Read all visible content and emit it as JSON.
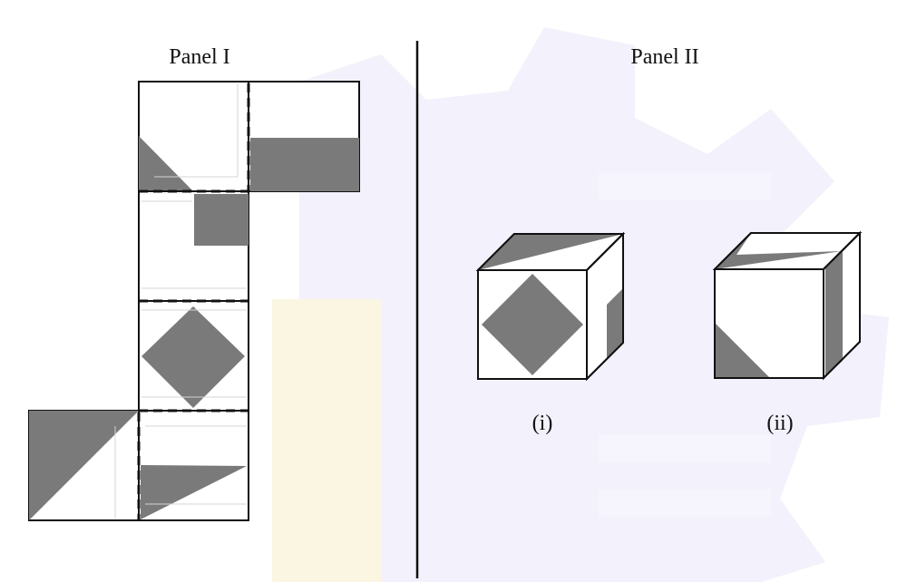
{
  "panels": {
    "left": {
      "title": "Panel I"
    },
    "right": {
      "title": "Panel II"
    }
  },
  "cubes": [
    {
      "label": "(i)"
    },
    {
      "label": "(ii)"
    }
  ],
  "colors": {
    "shade": "#7a7a7a",
    "line": "#111111",
    "background": "#ffffff",
    "watermark": "#f3f1fb",
    "watermark_accent": "#fbf6e2"
  }
}
